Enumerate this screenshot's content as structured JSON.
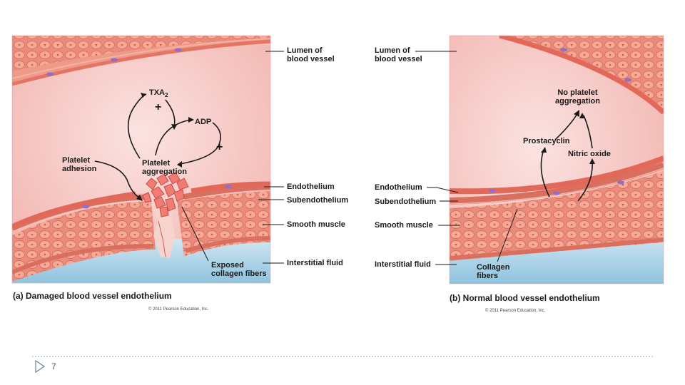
{
  "panel_a": {
    "lumen": "Lumen of\nblood vessel",
    "txa2": "TXA",
    "txa2_sub": "2",
    "adp": "ADP",
    "plus": "+",
    "platelet_adhesion": "Platelet\nadhesion",
    "platelet_aggregation": "Platelet\naggregation",
    "endothelium": "Endothelium",
    "subendothelium": "Subendothelium",
    "smooth_muscle": "Smooth muscle",
    "exposed_collagen": "Exposed\ncollagen fibers",
    "interstitial_fluid": "Interstitial fluid",
    "caption_letter": "(a)",
    "caption": "Damaged blood vessel endothelium",
    "copyright": "© 2011 Pearson Education, Inc."
  },
  "panel_b": {
    "lumen": "Lumen of\nblood vessel",
    "no_aggregation": "No platelet\naggregation",
    "prostacyclin": "Prostacyclin",
    "nitric_oxide": "Nitric oxide",
    "endothelium": "Endothelium",
    "subendothelium": "Subendothelium",
    "smooth_muscle": "Smooth muscle",
    "interstitial_fluid": "Interstitial fluid",
    "collagen": "Collagen\nfibers",
    "caption_letter": "(b)",
    "caption": "Normal blood vessel endothelium",
    "copyright": "© 2011 Pearson Education, Inc."
  },
  "slide": {
    "number": "7"
  },
  "colors": {
    "lumen": "#f6c9c6",
    "wall": "#e9837a",
    "muscle_cell": "#ee9a88",
    "nucleus": "#8f6fc9",
    "fluid": "#a9d3e8",
    "text": "#1a1a1a"
  }
}
